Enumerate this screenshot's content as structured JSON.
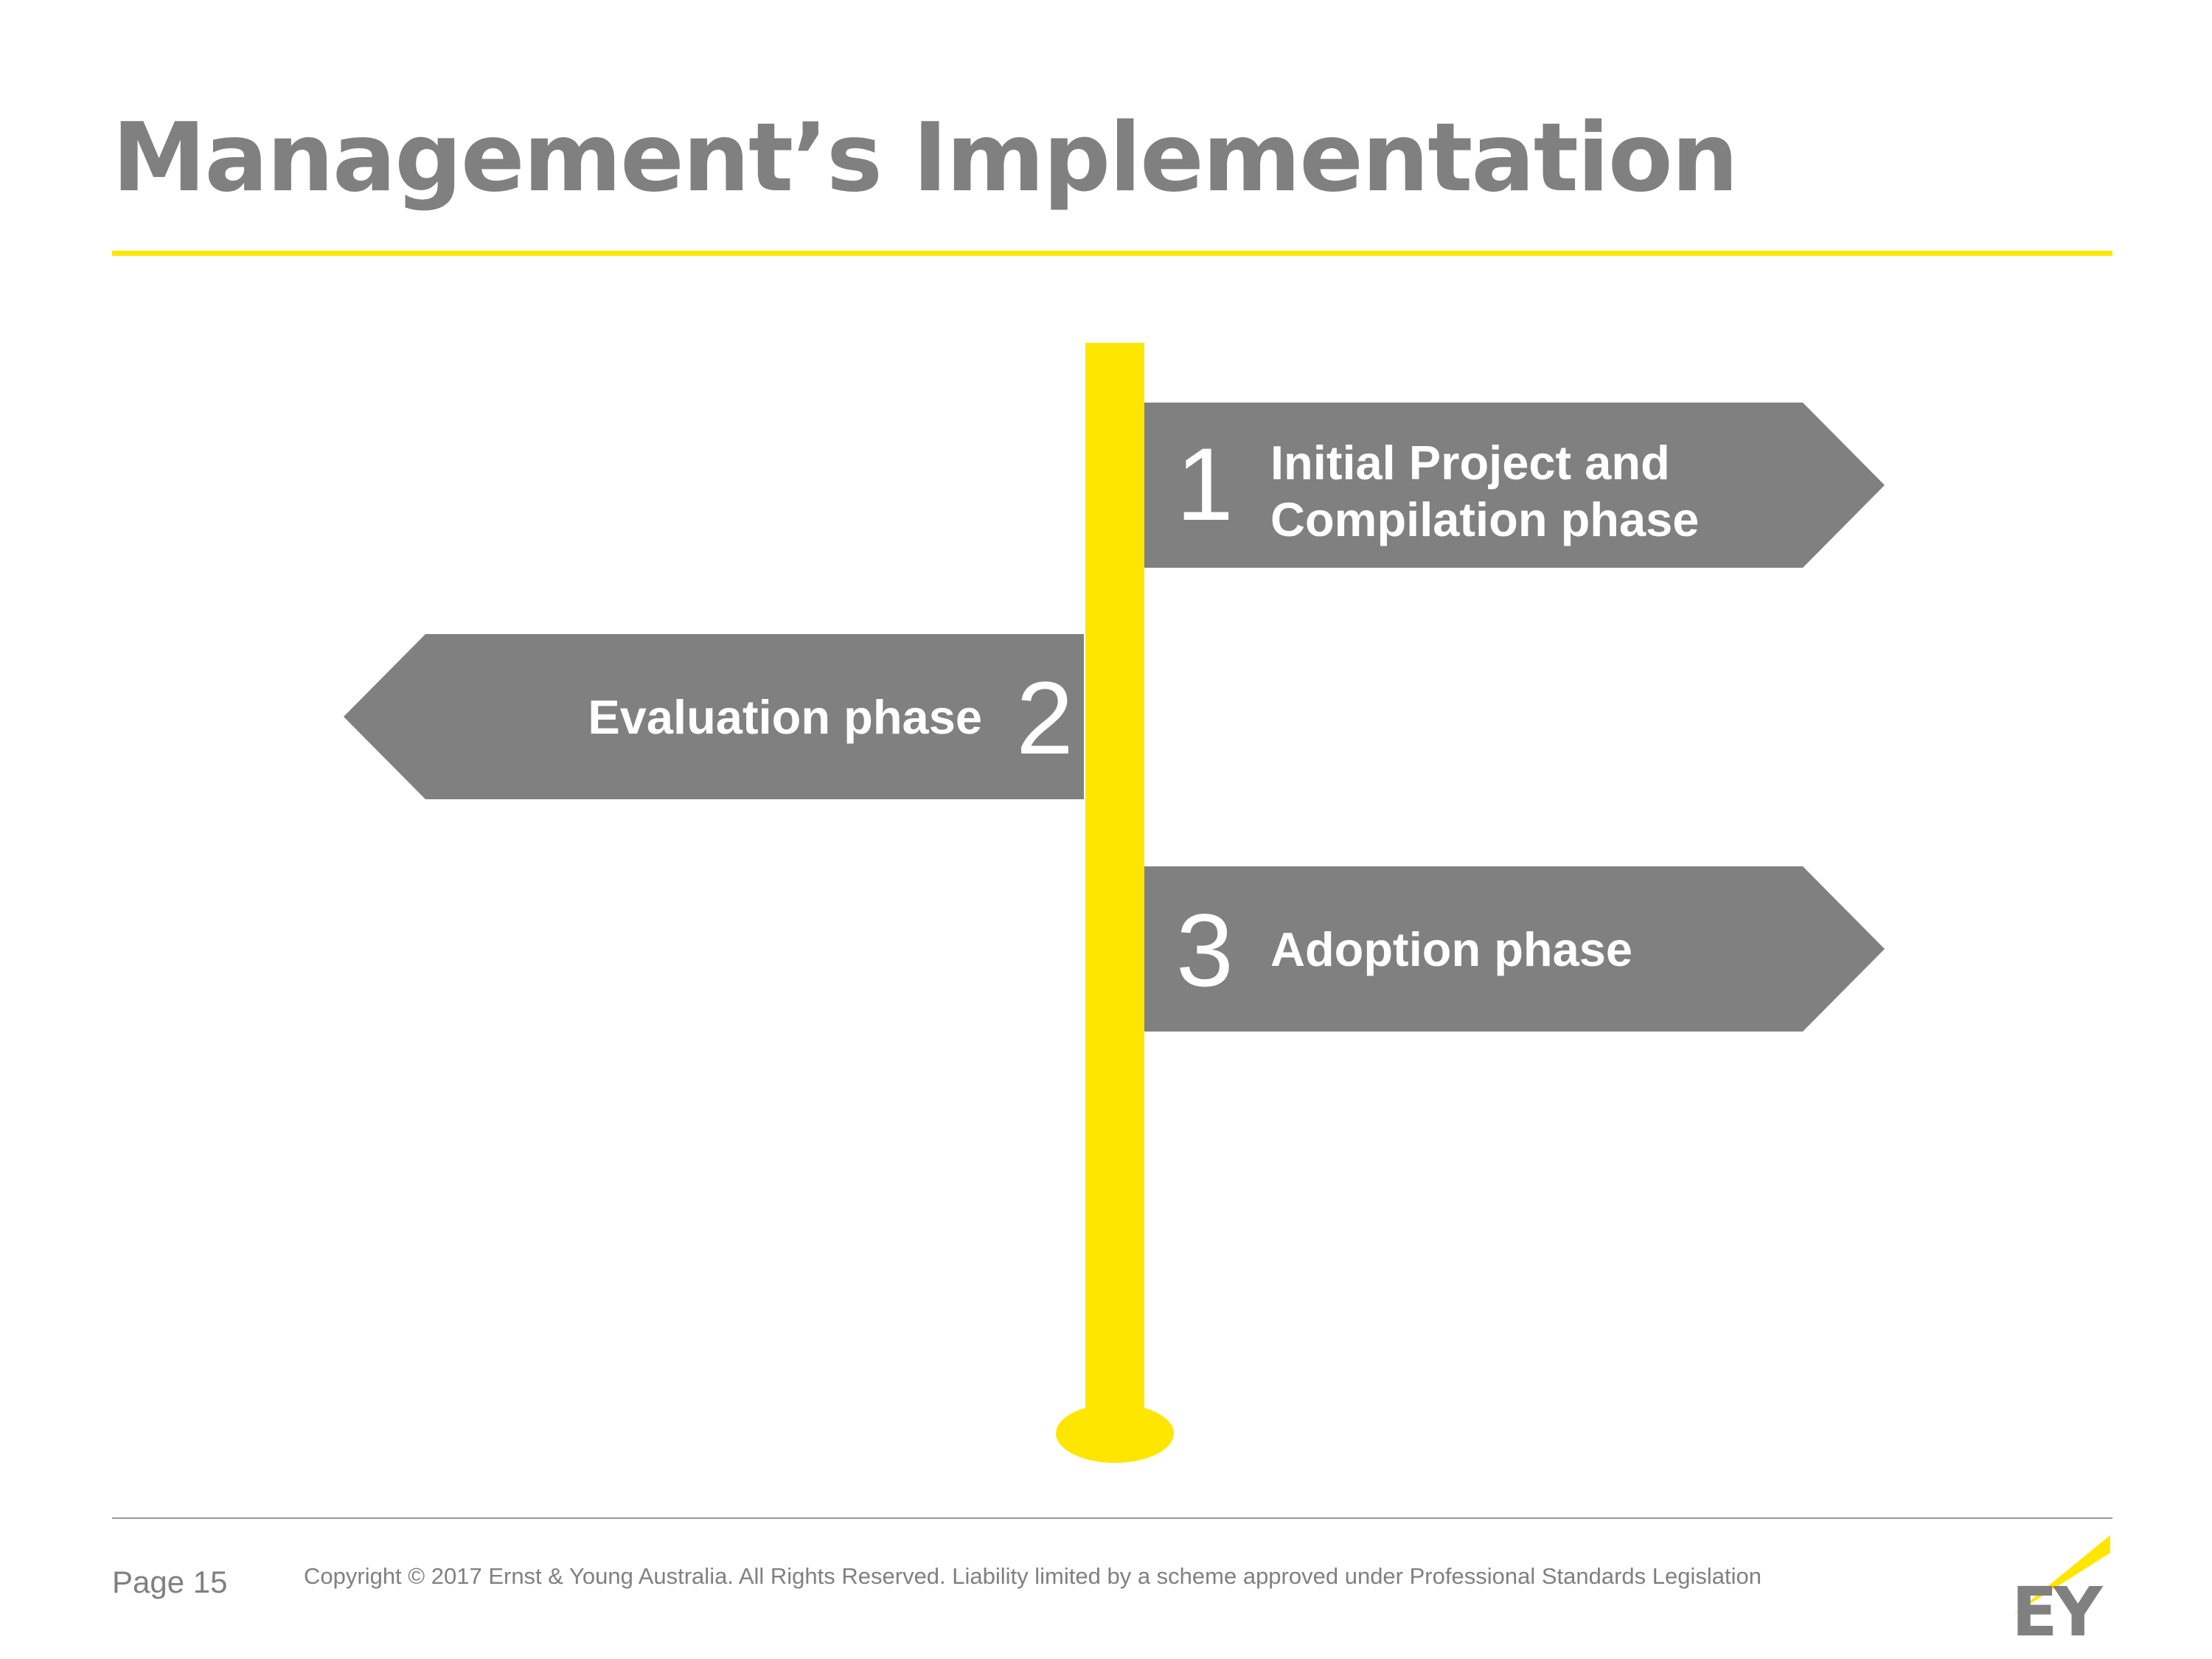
{
  "slide": {
    "title": "Management’s Implementation",
    "page_label": "Page 15",
    "copyright": "Copyright © 2017 Ernst & Young Australia. All Rights Reserved. Liability limited by a scheme approved under Professional Standards Legislation"
  },
  "signpost": {
    "signs": [
      {
        "number": "1",
        "line1": "Initial Project and",
        "line2": "Compilation phase"
      },
      {
        "number": "2",
        "line1": "Evaluation phase"
      },
      {
        "number": "3",
        "line1": "Adoption phase"
      }
    ]
  },
  "logo": {
    "text": "EY"
  },
  "colors": {
    "accent": "#FFE600",
    "sign": "#808080",
    "text": "#808080"
  }
}
